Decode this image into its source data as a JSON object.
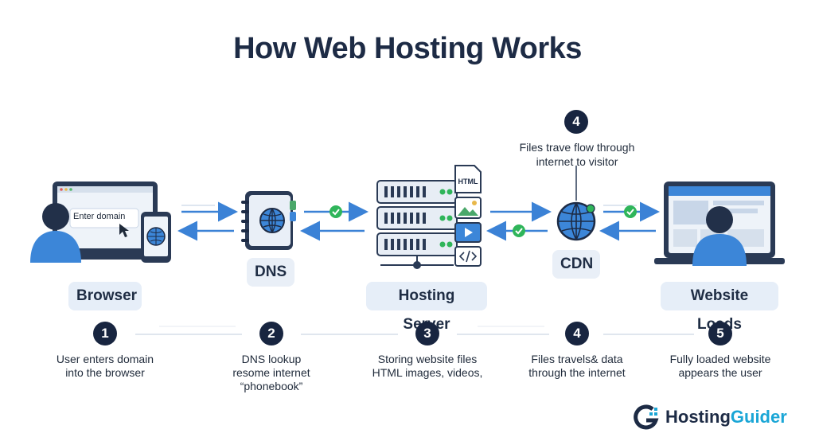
{
  "title": "How Web Hosting Works",
  "stages": [
    {
      "label": "Browser"
    },
    {
      "label": "DNS"
    },
    {
      "label": "Hosting Server"
    },
    {
      "label": "CDN"
    },
    {
      "label": "Website Loads"
    }
  ],
  "browser_input_text": "Enter domain",
  "server_file_label": "HTML",
  "cdn_step_number": "4",
  "cdn_note": [
    "Files trave flow through",
    "internet to visitor"
  ],
  "steps": [
    {
      "number": "1",
      "lines": [
        "User enters domain",
        "into the browser"
      ]
    },
    {
      "number": "2",
      "lines": [
        "DNS lookup",
        "resome internet",
        "“phonebook”"
      ]
    },
    {
      "number": "3",
      "lines": [
        "Storing website files",
        "HTML images, videos,"
      ]
    },
    {
      "number": "4",
      "lines": [
        "Files travels& data",
        "through the internet"
      ]
    },
    {
      "number": "5",
      "lines": [
        "Fully loaded website",
        "appears the user"
      ]
    }
  ],
  "brand": {
    "part1": "Hosting",
    "part2": "Guider"
  },
  "colors": {
    "dark": "#1d2b45",
    "accent_blue": "#3b82d6",
    "pill_bg": "#e6eef8",
    "check_green": "#2fb55a",
    "brand_cyan": "#1aa6d6"
  }
}
